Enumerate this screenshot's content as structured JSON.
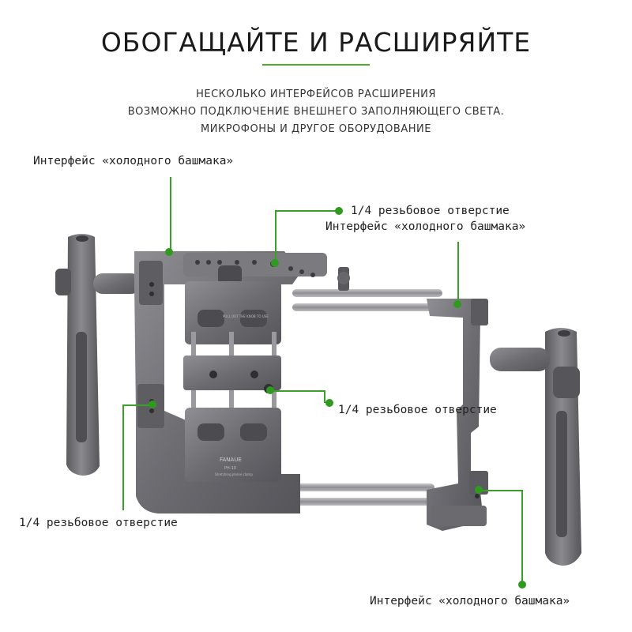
{
  "heading": {
    "title": "ОБОГАЩАЙТЕ И РАСШИРЯЙТЕ"
  },
  "description": {
    "lines": [
      "НЕСКОЛЬКО ИНТЕРФЕЙСОВ РАСШИРЕНИЯ",
      "ВОЗМОЖНО ПОДКЛЮЧЕНИЕ ВНЕШНЕГО ЗАПОЛНЯЮЩЕГО СВЕТА.",
      "МИКРОФОНЫ И ДРУГОЕ ОБОРУДОВАНИЕ"
    ]
  },
  "callouts": {
    "top_left_shoe": "Интерфейс «холодного башмака»",
    "top_thread": "1/4 резьбовое отверстие",
    "right_shoe": "Интерфейс «холодного башмака»",
    "center_thread": "1/4 резьбовое отверстие",
    "left_thread": "1/4 резьбовое отверстие",
    "bottom_right_shoe": "Интерфейс «холодного башмака»"
  },
  "product": {
    "brand": "FANAUE",
    "plate_text": "PULL OUT THE KNOB TO USE",
    "model": "PH-10",
    "sub_text": "Stretching phone clamp"
  },
  "colors": {
    "accent": "#3aa02a",
    "metal": "#6e6e72",
    "metal_light": "#8b8b90",
    "metal_dark": "#4b4b50"
  }
}
